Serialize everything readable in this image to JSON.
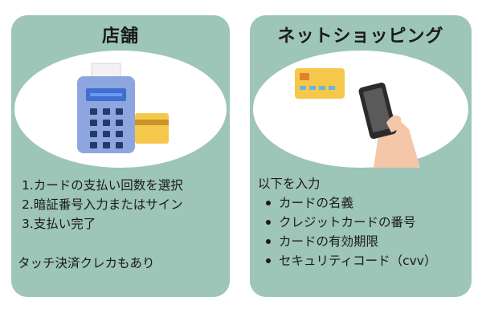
{
  "store": {
    "title": "店舗",
    "steps": [
      "1.カードの支払い回数を選択",
      "2.暗証番号入力またはサイン",
      "3.支払い完了"
    ],
    "note": "タッチ決済クレカもあり"
  },
  "online": {
    "title": "ネットショッピング",
    "intro": "以下を入力",
    "items": [
      "カードの名義",
      "クレジットカードの番号",
      "カードの有効期限",
      "セキュリティコード（cvv）"
    ]
  },
  "colors": {
    "panel": "#9dc5b8",
    "terminal": "#8ea6e0",
    "card": "#f5c84c",
    "skin": "#f3c7a8"
  }
}
